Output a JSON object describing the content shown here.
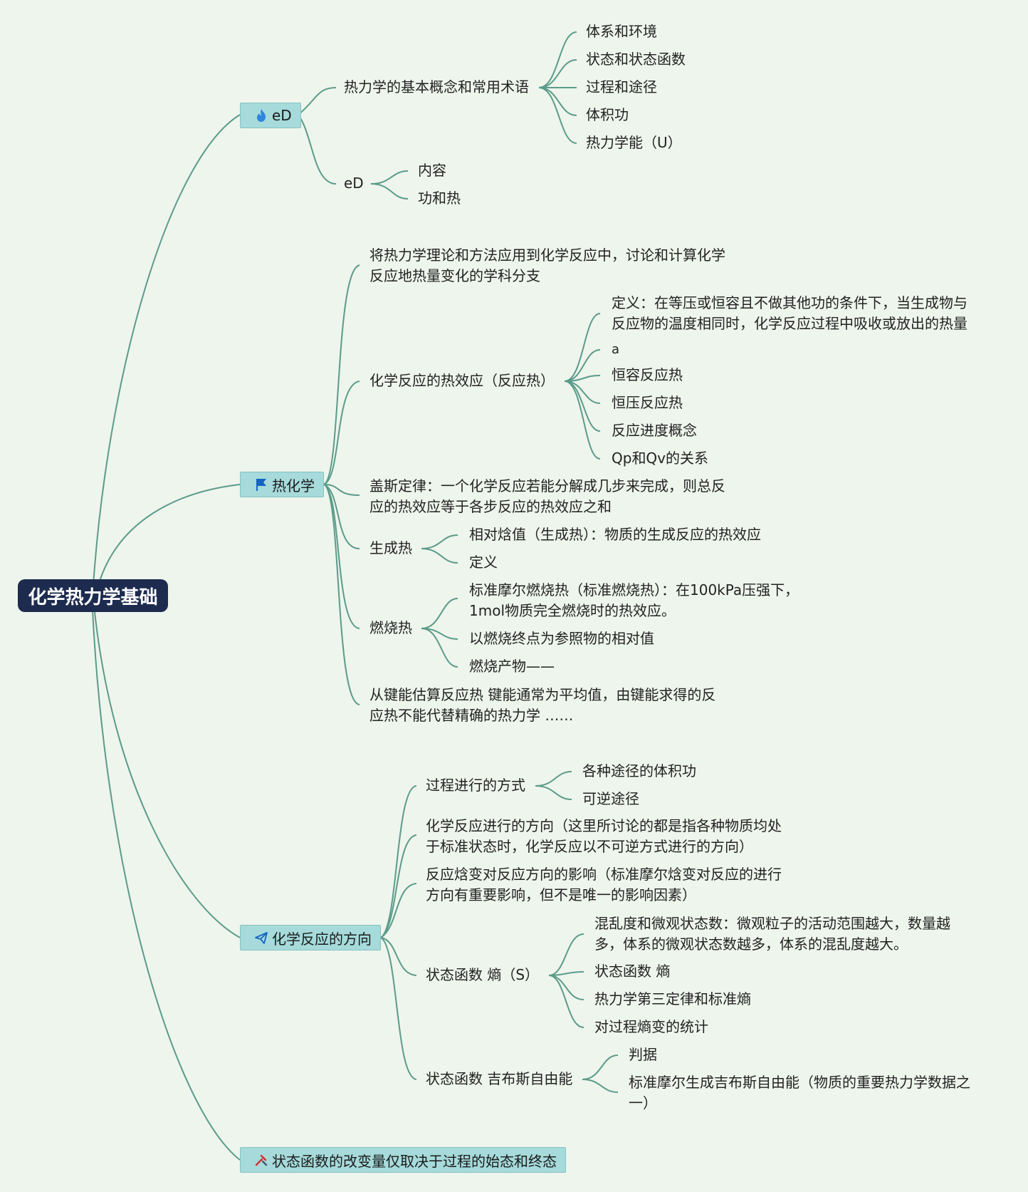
{
  "root": {
    "label": "化学热力学基础"
  },
  "branch1": {
    "label": "eD",
    "icon": "fire-icon",
    "children": {
      "basic": {
        "label": "热力学的基本概念和常用术语",
        "items": [
          "体系和环境",
          "状态和状态函数",
          "过程和途径",
          "体积功",
          "热力学能（U）"
        ]
      },
      "ed": {
        "label": "eD",
        "items": [
          "内容",
          "功和热"
        ]
      }
    }
  },
  "branch2": {
    "label": "热化学",
    "icon": "flag-icon",
    "children": {
      "intro": {
        "lines": [
          "将热力学理论和方法应用到化学反应中，讨论和计算化学",
          "反应地热量变化的学科分支"
        ]
      },
      "heat_effect": {
        "label": "化学反应的热效应（反应热）",
        "definition": [
          "定义：在等压或恒容且不做其他功的条件下，当生成物与",
          "反应物的温度相同时，化学反应过程中吸收或放出的热量"
        ],
        "items": [
          "a",
          "恒容反应热",
          "恒压反应热",
          "反应进度概念",
          "Qp和Qv的关系"
        ]
      },
      "hess": {
        "lines": [
          "盖斯定律：一个化学反应若能分解成几步来完成，则总反",
          "应的热效应等于各步反应的热效应之和"
        ]
      },
      "formation": {
        "label": "生成热",
        "items": [
          "相对焓值（生成热）：物质的生成反应的热效应",
          "定义"
        ]
      },
      "combustion": {
        "label": "燃烧热",
        "standard": [
          "标准摩尔燃烧热（标准燃烧热）：在100kPa压强下，",
          "1mol物质完全燃烧时的热效应。"
        ],
        "items": [
          "以燃烧终点为参照物的相对值",
          "燃烧产物——"
        ]
      },
      "bond": {
        "lines": [
          "从键能估算反应热 键能通常为平均值，由键能求得的反",
          "应热不能代替精确的热力学 ……"
        ]
      }
    }
  },
  "branch3": {
    "label": "化学反应的方向",
    "icon": "paper-plane-icon",
    "children": {
      "process": {
        "label": "过程进行的方式",
        "items": [
          "各种途径的体积功",
          "可逆途径"
        ]
      },
      "direction": {
        "lines": [
          "化学反应进行的方向（这里所讨论的都是指各种物质均处",
          "于标准状态时，化学反应以不可逆方式进行的方向）"
        ]
      },
      "enthalpy": {
        "lines": [
          "反应焓变对反应方向的影响（标准摩尔焓变对反应的进行",
          "方向有重要影响，但不是唯一的影响因素）"
        ]
      },
      "entropy": {
        "label": "状态函数 熵（S）",
        "disorder": [
          "混乱度和微观状态数：微观粒子的活动范围越大，数量越",
          "多，体系的微观状态数越多，体系的混乱度越大。"
        ],
        "items": [
          "状态函数 熵",
          "热力学第三定律和标准熵",
          "对过程熵变的统计"
        ]
      },
      "gibbs": {
        "label": "状态函数 吉布斯自由能",
        "items": [
          "判据"
        ],
        "standard": [
          "标准摩尔生成吉布斯自由能（物质的重要热力学数据之",
          "一）"
        ]
      }
    }
  },
  "branch4": {
    "label": "状态函数的改变量仅取决于过程的始态和终态",
    "icon": "tools-icon"
  },
  "colors": {
    "link": "#5b9b8a",
    "root_bg": "#1d2b4f",
    "branch_bg": "#a6dadb",
    "background": "#eef5ec"
  }
}
